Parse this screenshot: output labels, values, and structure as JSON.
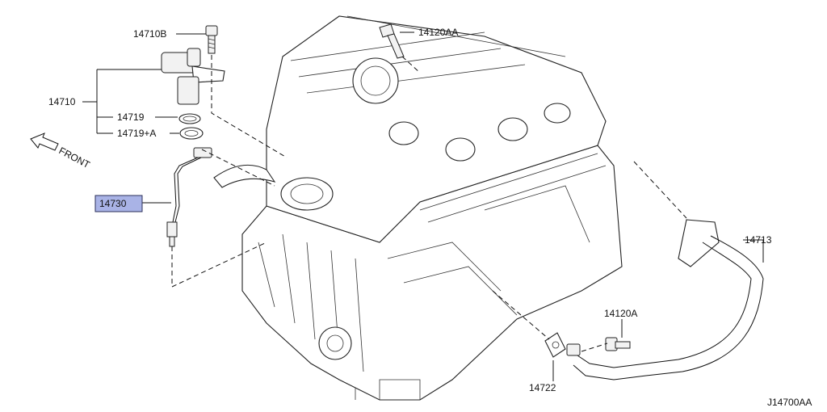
{
  "diagram": {
    "callouts": {
      "p14710B": "14710B",
      "p14120AA": "14120AA",
      "p14710": "14710",
      "p14719": "14719",
      "p14719A": "14719+A",
      "front": "FRONT",
      "p14730": "14730",
      "p14713": "14713",
      "p14120A": "14120A",
      "p14722": "14722",
      "figure_code": "J14700AA"
    },
    "highlight_color": "#a9b3e6"
  }
}
